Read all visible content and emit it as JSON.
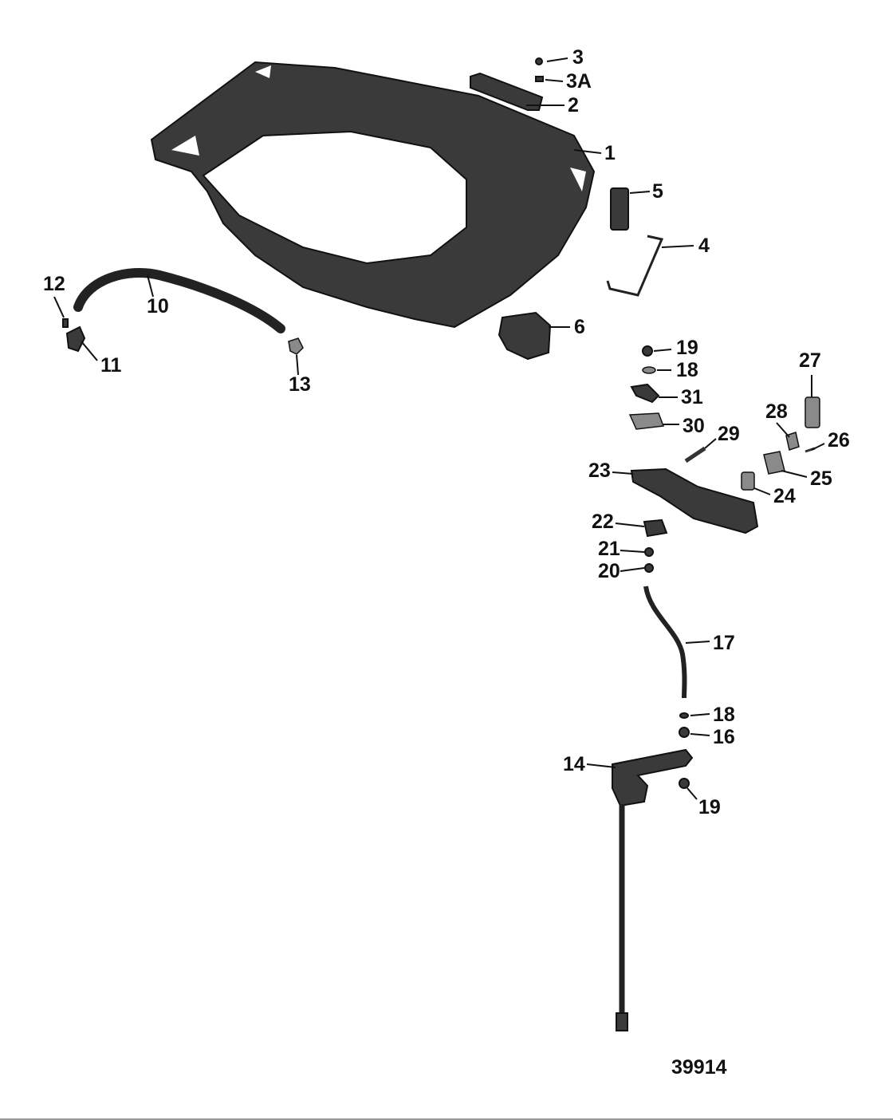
{
  "figure_number": "39914",
  "callouts": {
    "c1": "1",
    "c2": "2",
    "c3": "3",
    "c3a": "3A",
    "c4": "4",
    "c5": "5",
    "c6": "6",
    "c10": "10",
    "c11": "11",
    "c12": "12",
    "c13": "13",
    "c14": "14",
    "c16": "16",
    "c17": "17",
    "c18a": "18",
    "c18b": "18",
    "c19a": "19",
    "c19b": "19",
    "c20": "20",
    "c21": "21",
    "c22": "22",
    "c23": "23",
    "c24": "24",
    "c25": "25",
    "c26": "26",
    "c27": "27",
    "c28": "28",
    "c29": "29",
    "c30": "30",
    "c31": "31"
  },
  "colors": {
    "ink": "#111111",
    "part_fill": "#3a3a3a",
    "part_light": "#8a8a8a",
    "background": "#ffffff"
  }
}
